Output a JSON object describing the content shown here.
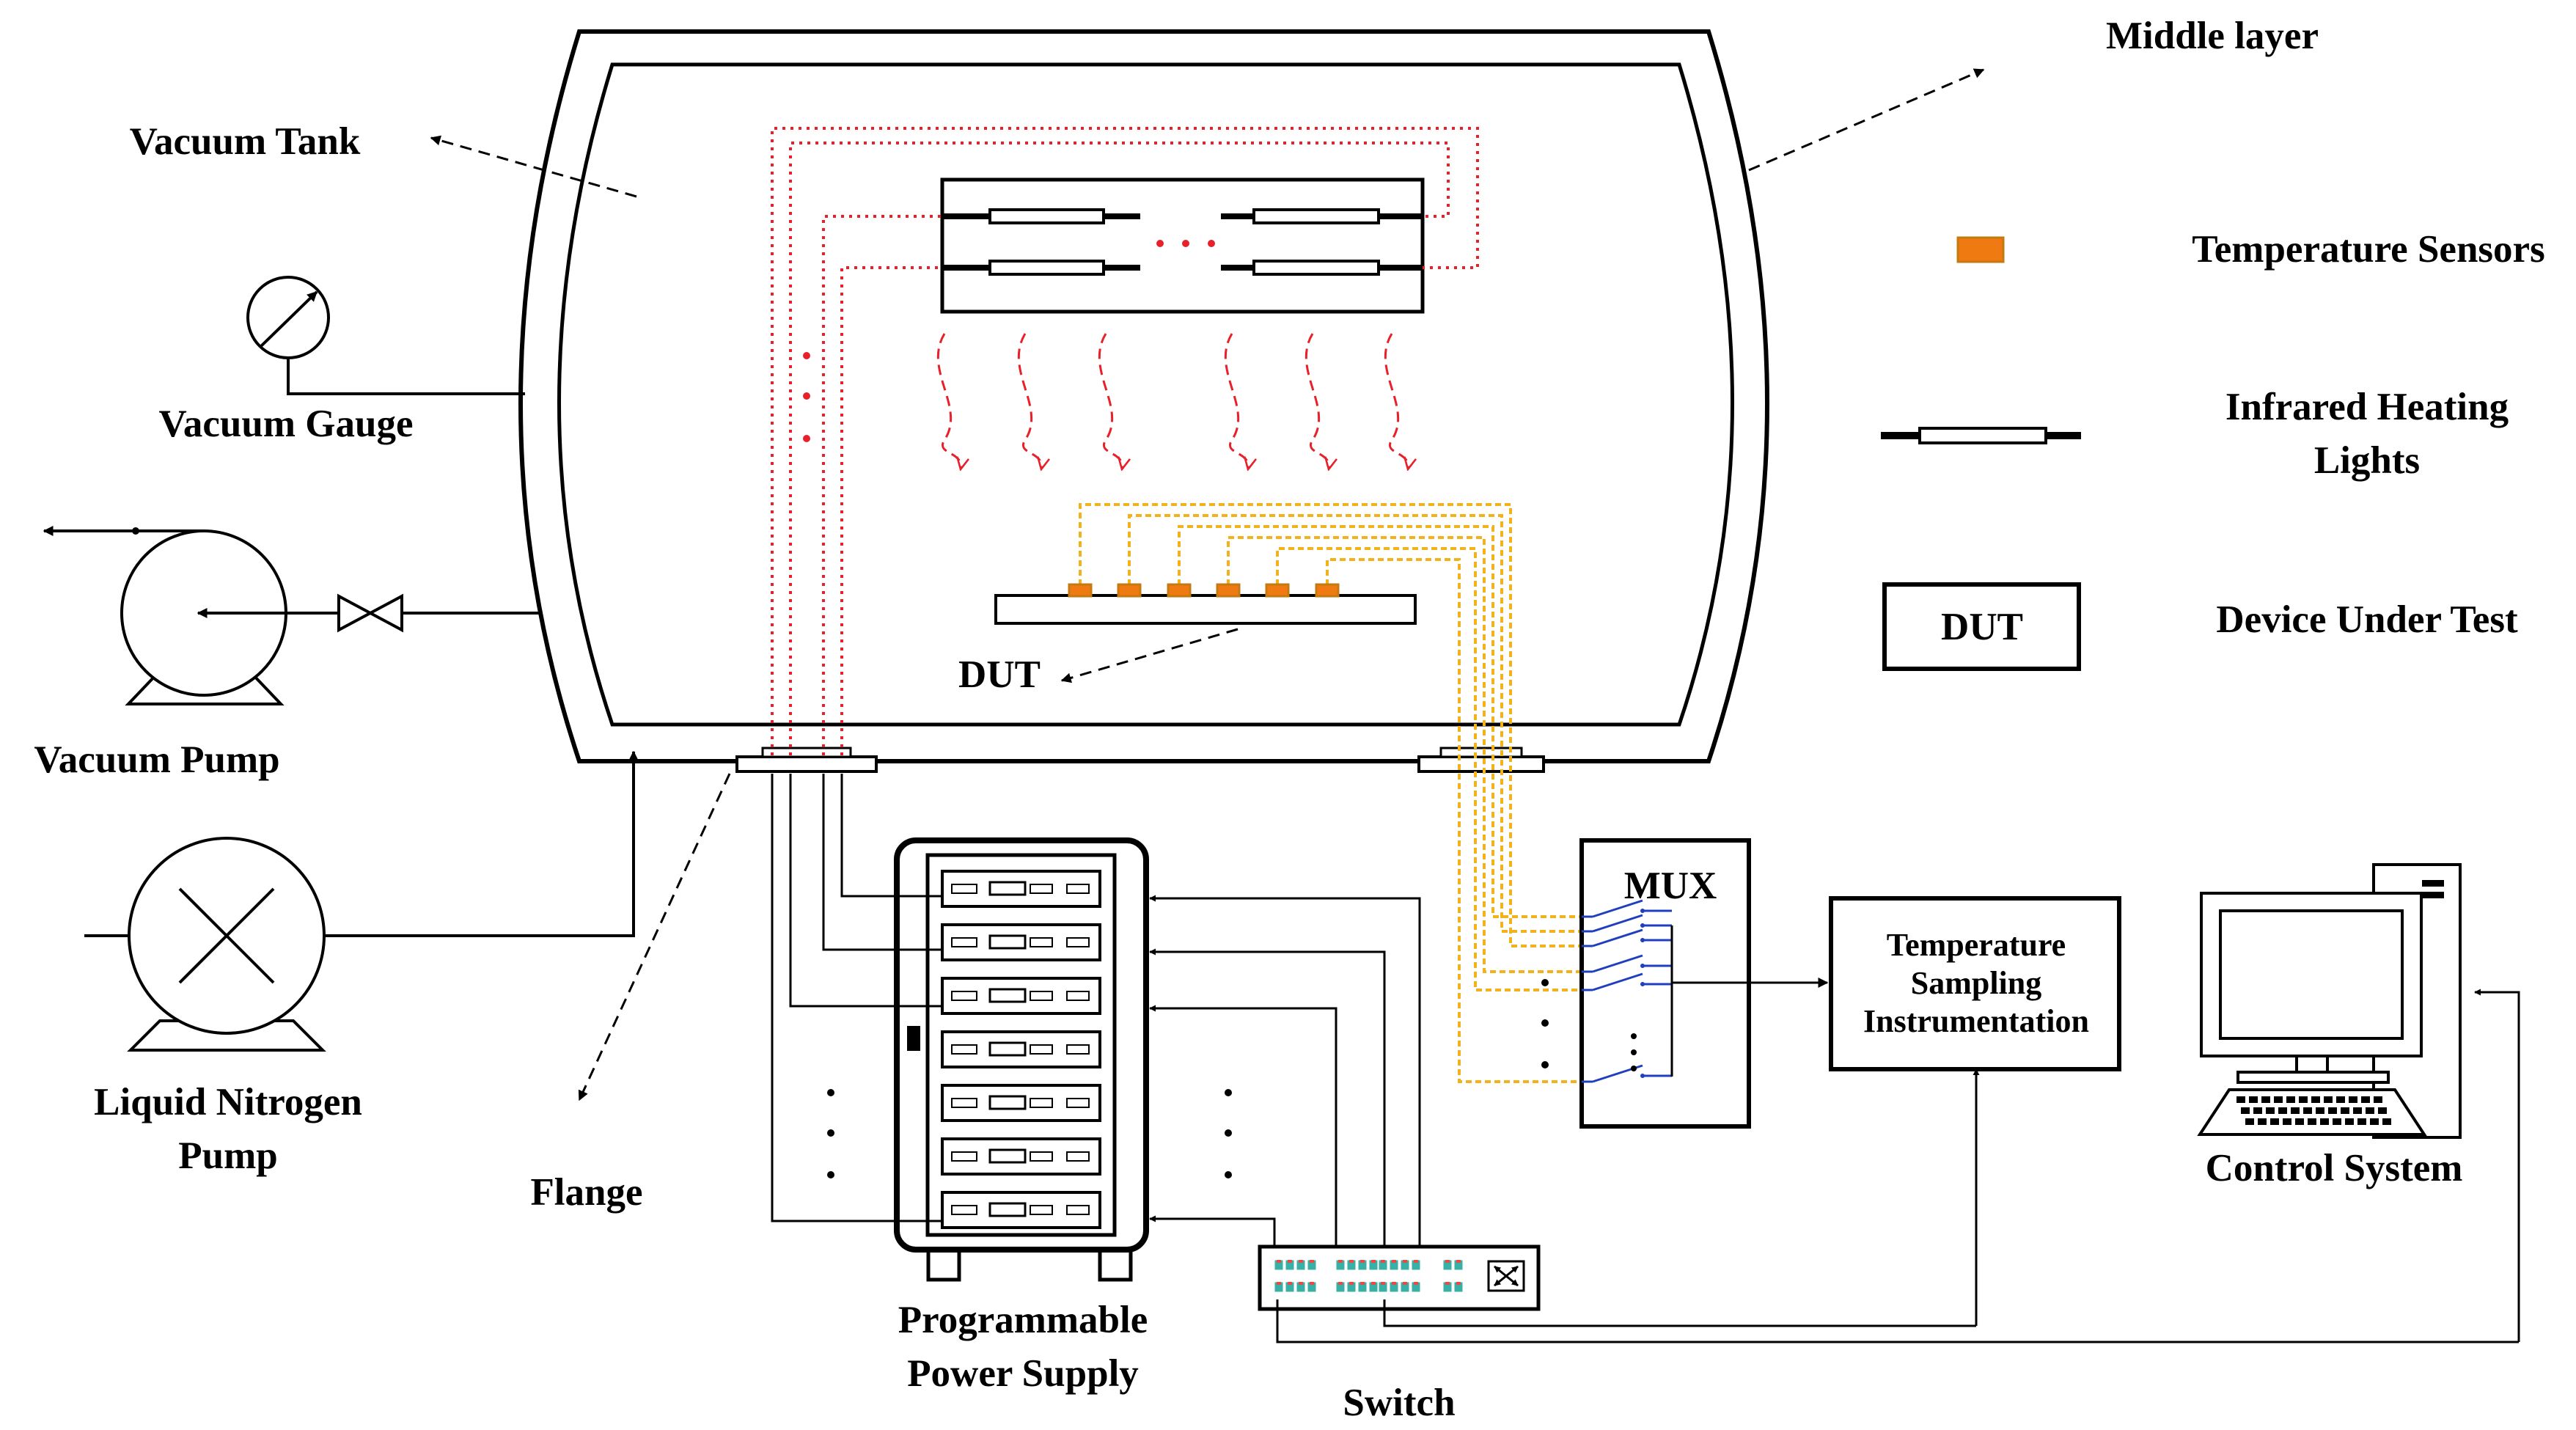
{
  "labels": {
    "vacuum_tank": "Vacuum Tank",
    "middle_layer": "Middle layer",
    "vacuum_gauge": "Vacuum Gauge",
    "vacuum_pump": "Vacuum Pump",
    "ln2_pump_line1": "Liquid Nitrogen",
    "ln2_pump_line2": "Pump",
    "flange": "Flange",
    "dut": "DUT",
    "mux": "MUX",
    "tsi_line1": "Temperature",
    "tsi_line2": "Sampling",
    "tsi_line3": "Instrumentation",
    "pps_line1": "Programmable",
    "pps_line2": "Power Supply",
    "switch": "Switch",
    "control_system": "Control System"
  },
  "legend": {
    "temperature_sensors": "Temperature Sensors",
    "heating_lights_line1": "Infrared Heating",
    "heating_lights_line2": "Lights",
    "dut_box": "DUT",
    "device_under_test": "Device Under Test"
  },
  "colors": {
    "heater_wire": "#e8202a",
    "sensor_wire": "#f2b21c",
    "sensor_fill": "#f07a12",
    "mux_switch": "#1f3fbf",
    "switch_port": "#39b0a6",
    "line": "#000000"
  }
}
